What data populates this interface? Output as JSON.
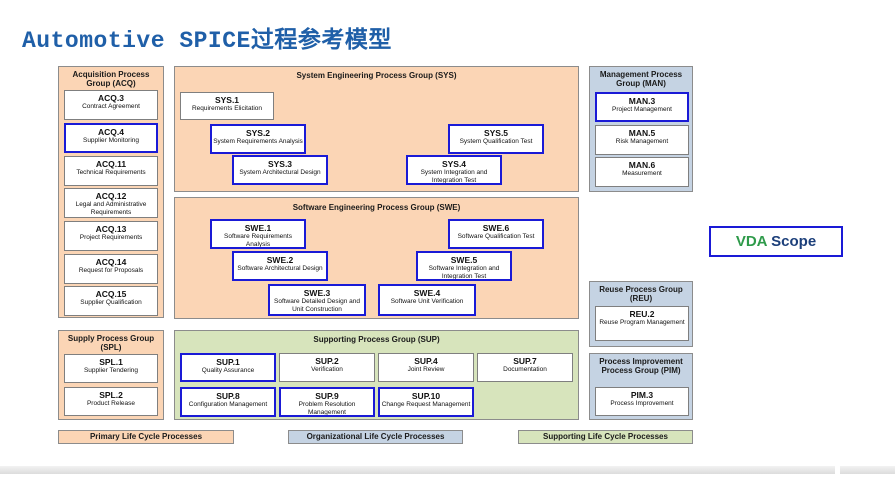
{
  "page": {
    "title": "Automotive SPICE过程参考模型"
  },
  "groups": {
    "acq": {
      "title": "Acquisition Process Group (ACQ)"
    },
    "sys": {
      "title": "System Engineering Process Group (SYS)"
    },
    "man": {
      "title": "Management Process Group (MAN)"
    },
    "swe": {
      "title": "Software Engineering Process Group (SWE)"
    },
    "spl": {
      "title": "Supply Process Group (SPL)"
    },
    "sup": {
      "title": "Supporting Process Group (SUP)"
    },
    "reu": {
      "title": "Reuse Process Group (REU)"
    },
    "pim": {
      "title": "Process Improvement Process Group (PIM)"
    }
  },
  "processes": {
    "acq3": {
      "id": "ACQ.3",
      "name": "Contract Agreement"
    },
    "acq4": {
      "id": "ACQ.4",
      "name": "Supplier Monitoring"
    },
    "acq11": {
      "id": "ACQ.11",
      "name": "Technical Requirements"
    },
    "acq12": {
      "id": "ACQ.12",
      "name": "Legal and Administrative Requirements"
    },
    "acq13": {
      "id": "ACQ.13",
      "name": "Project Requirements"
    },
    "acq14": {
      "id": "ACQ.14",
      "name": "Request for Proposals"
    },
    "acq15": {
      "id": "ACQ.15",
      "name": "Supplier Qualification"
    },
    "sys1": {
      "id": "SYS.1",
      "name": "Requirements Elicitation"
    },
    "sys2": {
      "id": "SYS.2",
      "name": "System Requirements Analysis"
    },
    "sys3": {
      "id": "SYS.3",
      "name": "System Architectural Design"
    },
    "sys4": {
      "id": "SYS.4",
      "name": "System Integration and Integration Test"
    },
    "sys5": {
      "id": "SYS.5",
      "name": "System Qualification Test"
    },
    "swe1": {
      "id": "SWE.1",
      "name": "Software Requirements Analysis"
    },
    "swe2": {
      "id": "SWE.2",
      "name": "Software Architectural Design"
    },
    "swe3": {
      "id": "SWE.3",
      "name": "Software Detailed Design and Unit Construction"
    },
    "swe4": {
      "id": "SWE.4",
      "name": "Software Unit Verification"
    },
    "swe5": {
      "id": "SWE.5",
      "name": "Software Integration and Integration Test"
    },
    "swe6": {
      "id": "SWE.6",
      "name": "Software Qualification Test"
    },
    "man3": {
      "id": "MAN.3",
      "name": "Project Management"
    },
    "man5": {
      "id": "MAN.5",
      "name": "Risk Management"
    },
    "man6": {
      "id": "MAN.6",
      "name": "Measurement"
    },
    "spl1": {
      "id": "SPL.1",
      "name": "Supplier Tendering"
    },
    "spl2": {
      "id": "SPL.2",
      "name": "Product Release"
    },
    "sup1": {
      "id": "SUP.1",
      "name": "Quality Assurance"
    },
    "sup2": {
      "id": "SUP.2",
      "name": "Verification"
    },
    "sup4": {
      "id": "SUP.4",
      "name": "Joint Review"
    },
    "sup7": {
      "id": "SUP.7",
      "name": "Documentation"
    },
    "sup8": {
      "id": "SUP.8",
      "name": "Configuration Management"
    },
    "sup9": {
      "id": "SUP.9",
      "name": "Problem Resolution Management"
    },
    "sup10": {
      "id": "SUP.10",
      "name": "Change Request Management"
    },
    "reu2": {
      "id": "REU.2",
      "name": "Reuse Program Management"
    },
    "pim3": {
      "id": "PIM.3",
      "name": "Process Improvement"
    }
  },
  "legend": {
    "primary": "Primary Life Cycle Processes",
    "organizational": "Organizational Life Cycle Processes",
    "supporting": "Supporting Life Cycle Processes"
  },
  "vda": {
    "prefix": "VDA",
    "suffix": "Scope"
  },
  "colors": {
    "primary": "#fbd5b5",
    "organizational": "#c5d3e3",
    "supporting": "#d7e4bc",
    "vda_scope_highlight": "#1a1ad6",
    "title": "#1f5fa8"
  }
}
